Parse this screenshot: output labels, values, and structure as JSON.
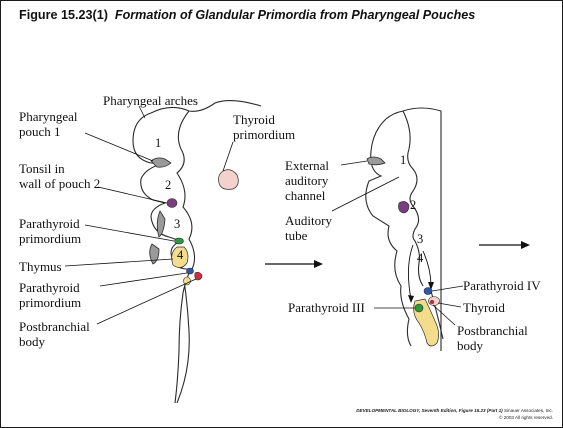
{
  "title": {
    "figure": "Figure 15.23(1)",
    "subtitle": "Formation of Glandular Primordia from Pharyngeal Pouches"
  },
  "left_panel": {
    "labels": {
      "pharyngeal_arches": "Pharyngeal arches",
      "pharyngeal_pouch_1_line1": "Pharyngeal",
      "pharyngeal_pouch_1_line2": "pouch 1",
      "thyroid_primordium_line1": "Thyroid",
      "thyroid_primordium_line2": "primordium",
      "tonsil_line1": "Tonsil in",
      "tonsil_line2": "wall of pouch 2",
      "parathyroid_primordium_a_line1": "Parathyroid",
      "parathyroid_primordium_a_line2": "primordium",
      "thymus": "Thymus",
      "parathyroid_primordium_b_line1": "Parathyroid",
      "parathyroid_primordium_b_line2": "primordium",
      "postbranchial_line1": "Postbranchial",
      "postbranchial_line2": "body"
    },
    "pouch_numbers": [
      "1",
      "2",
      "3",
      "4"
    ]
  },
  "right_panel": {
    "labels": {
      "external_auditory_line1": "External",
      "external_auditory_line2": "auditory",
      "external_auditory_line3": "channel",
      "auditory_tube_line1": "Auditory",
      "auditory_tube_line2": "tube",
      "parathyroid_iv": "Parathyroid IV",
      "thyroid": "Thyroid",
      "parathyroid_iii": "Parathyroid III",
      "postbranchial_line1": "Postbranchial",
      "postbranchial_line2": "body"
    },
    "pouch_numbers": [
      "1",
      "2",
      "3",
      "4"
    ]
  },
  "colors": {
    "tissue_fill": "#ffffff",
    "outline": "#2b2b2b",
    "cavity_gray": "#9a9a9a",
    "tonsil_purple": "#7a3d80",
    "parathyroid_green": "#2e9b3b",
    "parathyroid_blue": "#2d58a8",
    "thymus_yellow": "#f3dc8c",
    "thyroid_pink": "#f2d2ca",
    "postbranchial_red": "#d72a3d"
  },
  "credit": {
    "book": "DEVELOPMENTAL BIOLOGY, Seventh Edition,",
    "figure_ref": "Figure 15.23 (Part 1)",
    "publisher": "Sinauer Associates, Inc.",
    "copyright": "© 2003 All rights reserved."
  }
}
